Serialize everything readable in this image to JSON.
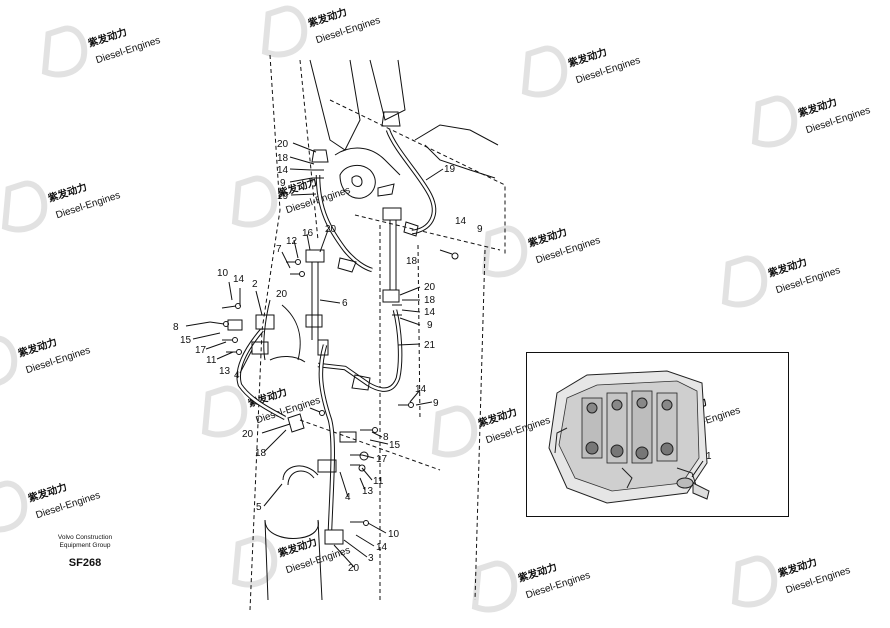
{
  "watermark": {
    "brand_cn": "紫发动力",
    "brand_en": "Diesel-Engines"
  },
  "diagram": {
    "drawing_code": "SF268",
    "publisher_line1": "Volvo Construction",
    "publisher_line2": "Equipment Group",
    "part_callouts": [
      "1",
      "2",
      "3",
      "4",
      "5",
      "6",
      "7",
      "8",
      "9",
      "10",
      "11",
      "12",
      "13",
      "14",
      "15",
      "16",
      "17",
      "18",
      "19",
      "20",
      "21"
    ],
    "inset_callout": "1"
  }
}
